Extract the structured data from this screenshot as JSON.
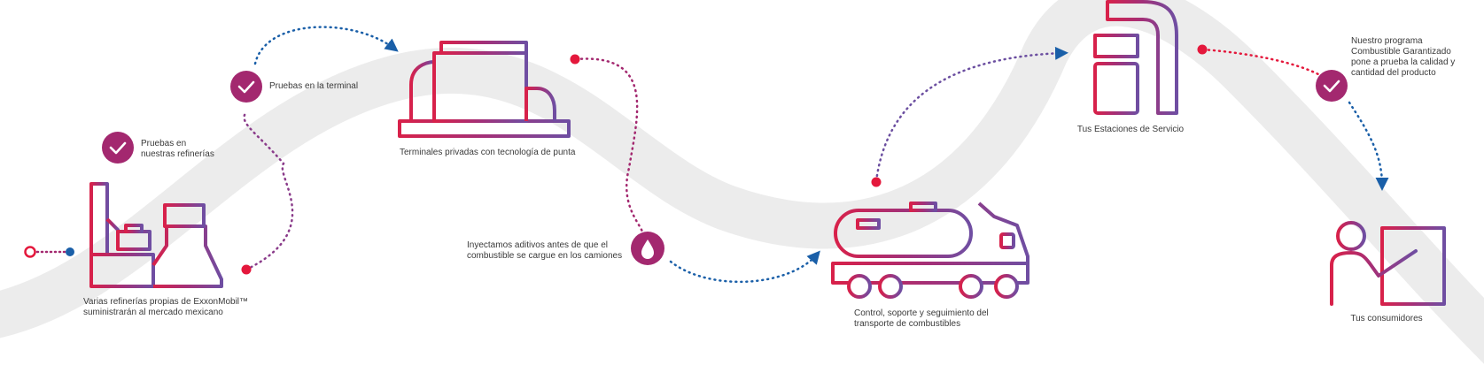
{
  "colors": {
    "magenta": "#a3286f",
    "red": "#e4183c",
    "blue": "#1a5fa8",
    "purple": "#6b4ea0",
    "band": "#ececec"
  },
  "steps": {
    "refineries": {
      "icon": "refinery-icon",
      "line1": "Varias refinerías propias de ExxonMobil™",
      "line2": "suministrarán al mercado mexicano"
    },
    "terminals": {
      "icon": "storage-tank-icon",
      "label": "Terminales privadas con tecnología de punta"
    },
    "truck": {
      "icon": "tanker-truck-icon",
      "line1": "Control, soporte y seguimiento del",
      "line2": "transporte de combustibles"
    },
    "stations": {
      "icon": "fuel-pump-icon",
      "label": "Tus Estaciones de Servicio"
    },
    "consumers": {
      "icon": "consumer-presenting-icon",
      "label": "Tus consumidores"
    }
  },
  "checkpoints": {
    "refinery_tests": {
      "icon": "check-icon",
      "line1": "Pruebas en",
      "line2": "nuestras refinerías"
    },
    "terminal_tests": {
      "icon": "check-icon",
      "label": "Pruebas en la terminal"
    },
    "additives": {
      "icon": "drop-icon",
      "line1": "Inyectamos aditivos antes de que el",
      "line2": "combustible se cargue en los camiones"
    },
    "program": {
      "icon": "check-icon",
      "line1": "Nuestro programa",
      "line2": "Combustible Garantizado",
      "line3": "pone a prueba la calidad y",
      "line4": "cantidad del producto"
    }
  }
}
